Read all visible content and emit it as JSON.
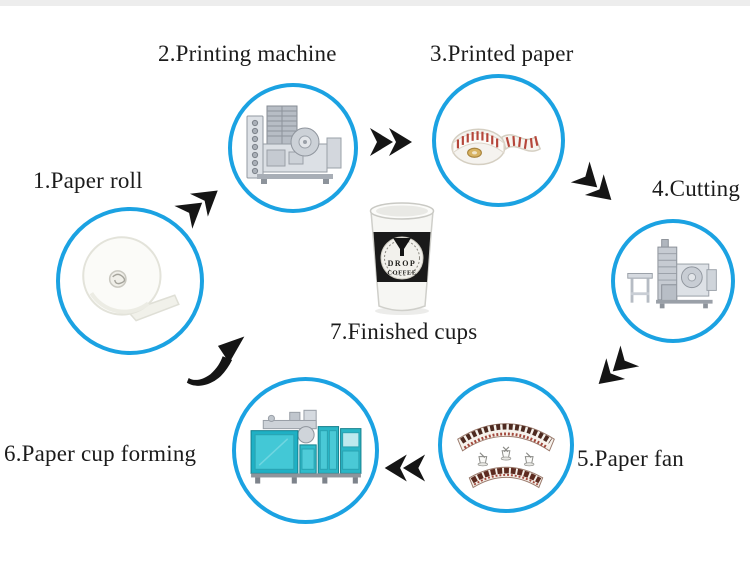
{
  "steps": [
    {
      "label": "1.Paper roll",
      "illustration": "paper-roll"
    },
    {
      "label": "2.Printing machine",
      "illustration": "printing-machine"
    },
    {
      "label": "3.Printed paper",
      "illustration": "printed-paper-roll"
    },
    {
      "label": "4.Cutting",
      "illustration": "cutting-machine"
    },
    {
      "label": "5.Paper fan",
      "illustration": "paper-fan-blanks"
    },
    {
      "label": "6.Paper cup forming",
      "illustration": "paper-cup-forming-machine"
    },
    {
      "label": "7.Finished cups",
      "illustration": "finished-paper-cup"
    }
  ],
  "cup_logo": {
    "line1": "DROP",
    "line2": "COFFEE"
  },
  "arrows": [
    {
      "from": "1.Paper roll",
      "to": "2.Printing machine",
      "icon": "double-chevron",
      "direction": "up-right"
    },
    {
      "from": "2.Printing machine",
      "to": "3.Printed paper",
      "icon": "double-chevron",
      "direction": "right"
    },
    {
      "from": "3.Printed paper",
      "to": "4.Cutting",
      "icon": "double-chevron",
      "direction": "down-right"
    },
    {
      "from": "4.Cutting",
      "to": "5.Paper fan",
      "icon": "double-chevron",
      "direction": "down-left"
    },
    {
      "from": "5.Paper fan",
      "to": "6.Paper cup forming",
      "icon": "double-chevron",
      "direction": "left"
    },
    {
      "from": "6.Paper cup forming",
      "to": "7.Finished cups",
      "icon": "curved-arrow",
      "direction": "up-right"
    }
  ],
  "colors": {
    "circle_border": "#1ba2e2",
    "arrow_black": "#151515",
    "forming_machine_teal": "#2ab6c6",
    "printed_paper_red": "#b5463a",
    "paper_fan_maroon": "#5d2b20",
    "roll_core_gold": "#d8b362"
  }
}
